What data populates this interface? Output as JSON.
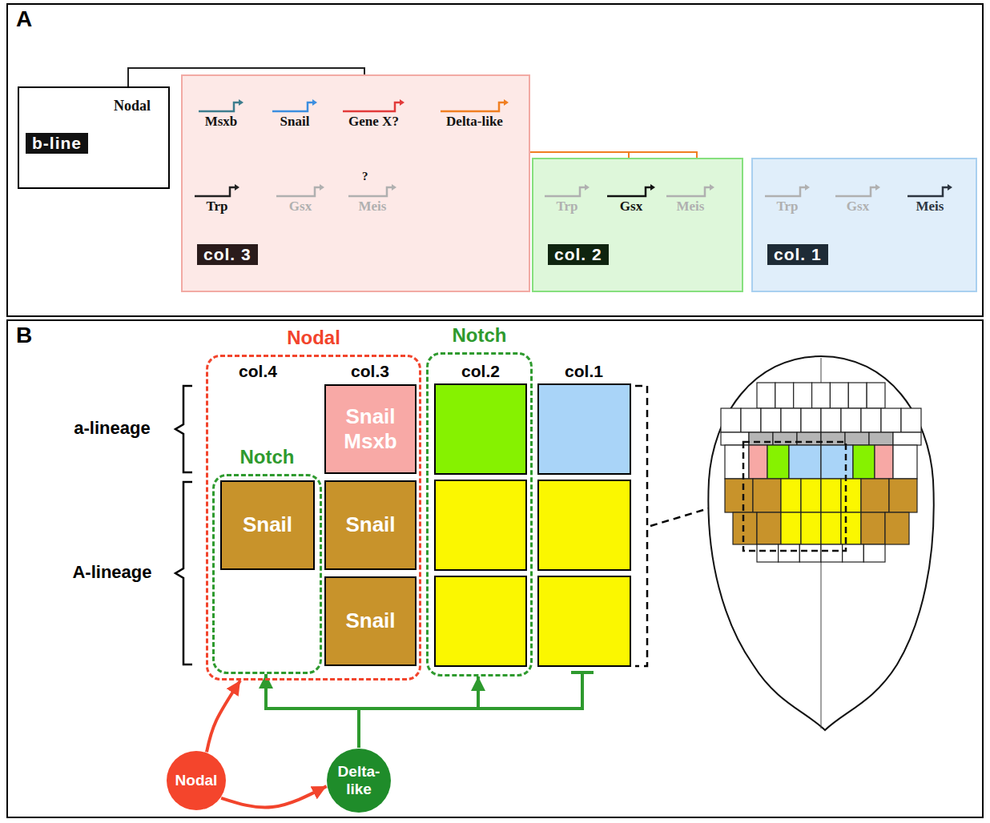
{
  "diagram": {
    "nodes": [
      {
        "text": [
          "A"
        ]
      },
      {
        "text": [
          "Nodal",
          "b-line"
        ],
        "in": 0
      },
      {
        "text": [
          "col. 3"
        ],
        "in": 0
      },
      {
        "text": [
          "Msxb"
        ],
        "in": 2
      },
      {
        "text": [
          "Snail"
        ],
        "in": 2
      },
      {
        "text": [
          "Gene X?"
        ],
        "in": 2
      },
      {
        "text": [
          "Delta-like"
        ],
        "in": 2
      },
      {
        "text": [
          "Trp"
        ],
        "in": 2
      },
      {
        "text": [
          "Gsx"
        ],
        "in": 2
      },
      {
        "text": [
          "Meis"
        ],
        "in": 2
      },
      {
        "text": [
          "col. 2"
        ],
        "in": 0
      },
      {
        "text": [
          "Trp"
        ],
        "in": 10
      },
      {
        "text": [
          "Gsx"
        ],
        "in": 10
      },
      {
        "text": [
          "Meis"
        ],
        "in": 10
      },
      {
        "text": [
          "col. 1"
        ],
        "in": 0
      },
      {
        "text": [
          "Trp"
        ],
        "in": 14
      },
      {
        "text": [
          "Gsx"
        ],
        "in": 14
      },
      {
        "text": [
          "Meis"
        ],
        "in": 14
      },
      {
        "text": [
          "B"
        ]
      },
      {
        "text": [
          "Nodal"
        ],
        "in": 18
      },
      {
        "text": [
          "Notch"
        ],
        "in": 19
      },
      {
        "text": [
          "Snail"
        ],
        "in": 20
      },
      {
        "text": [
          "Snail Msxb"
        ],
        "in": 19
      },
      {
        "text": [
          "Snail"
        ],
        "in": 19
      },
      {
        "text": [
          "Snail"
        ],
        "in": 19
      },
      {
        "text": [
          "Notch"
        ],
        "in": 18
      },
      {
        "text": [
          "Nodal"
        ],
        "in": 18
      },
      {
        "text": [
          "Delta-like"
        ],
        "in": 18
      }
    ],
    "edges": [
      {
        "from": 1,
        "to": 3,
        "arrow": "to"
      },
      {
        "from": 1,
        "to": 4,
        "arrow": "to"
      },
      {
        "from": 1,
        "to": 6,
        "arrow": "to"
      },
      {
        "from": 1,
        "to": 7,
        "arrow": "to"
      },
      {
        "from": 3,
        "to": 8,
        "arrow": "to"
      },
      {
        "from": 4,
        "to": 8,
        "arrow": "to"
      },
      {
        "from": 4,
        "to": 9,
        "arrow": "to"
      },
      {
        "from": 5,
        "to": 9,
        "arrow": "to"
      },
      {
        "from": 6,
        "to": 8,
        "arrow": "to"
      },
      {
        "from": 6,
        "to": 9,
        "arrow": "to"
      },
      {
        "from": 6,
        "to": 12,
        "arrow": "to"
      },
      {
        "from": 6,
        "to": 13,
        "arrow": "to"
      },
      {
        "from": 26,
        "to": 19,
        "arrow": "to"
      },
      {
        "from": 26,
        "to": 27,
        "arrow": "to"
      },
      {
        "from": 27,
        "to": 20,
        "arrow": "to"
      },
      {
        "from": 27,
        "to": 25,
        "arrow": "to"
      }
    ],
    "labels": [
      "?",
      "col.4",
      "col.3",
      "col.2",
      "col.1",
      "a-lineage",
      "A-lineage"
    ]
  }
}
